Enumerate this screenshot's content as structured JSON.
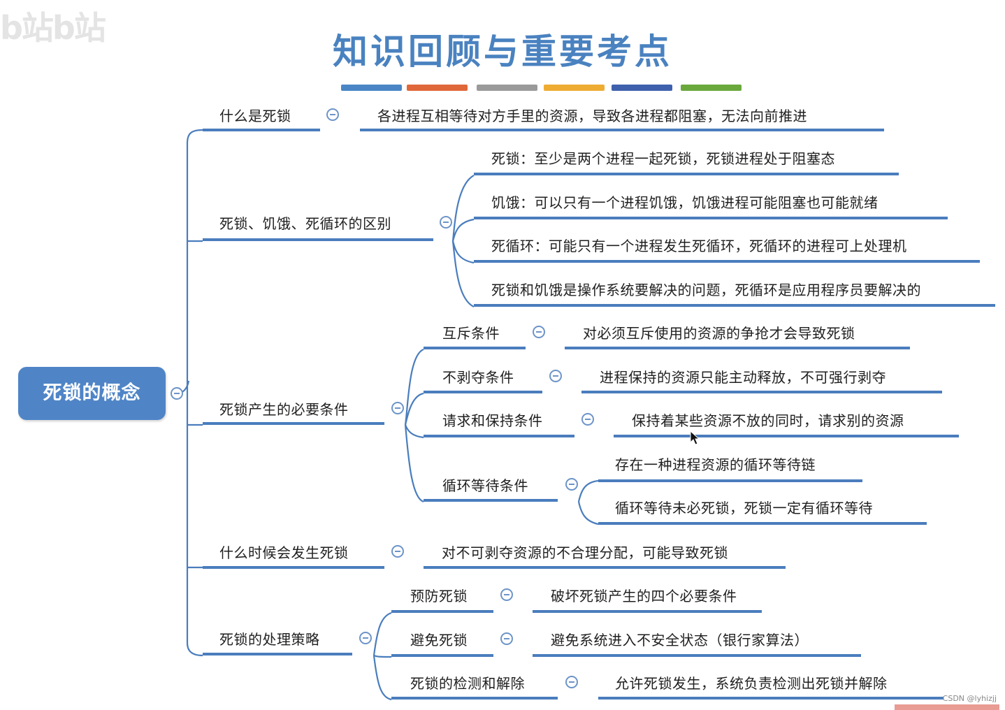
{
  "watermark": "b站b站",
  "title": "知识回顾与重要考点",
  "color_bars": [
    "#4a86c5",
    "#e0673a",
    "#9a9a9a",
    "#efac33",
    "#3f61ad",
    "#6aa83c"
  ],
  "root": "死锁的概念",
  "branches": {
    "b1": {
      "label": "什么是死锁",
      "detail": "各进程互相等待对方手里的资源，导致各进程都阻塞，无法向前推进"
    },
    "b2": {
      "label": "死锁、饥饿、死循环的区别",
      "items": [
        "死锁：至少是两个进程一起死锁，死锁进程处于阻塞态",
        "饥饿：可以只有一个进程饥饿，饥饿进程可能阻塞也可能就绪",
        "死循环：可能只有一个进程发生死循环，死循环的进程可上处理机",
        "死锁和饥饿是操作系统要解决的问题，死循环是应用程序员要解决的"
      ]
    },
    "b3": {
      "label": "死锁产生的必要条件",
      "items": [
        {
          "label": "互斥条件",
          "detail": "对必须互斥使用的资源的争抢才会导致死锁"
        },
        {
          "label": "不剥夺条件",
          "detail": "进程保持的资源只能主动释放，不可强行剥夺"
        },
        {
          "label": "请求和保持条件",
          "detail": "保持着某些资源不放的同时，请求别的资源"
        },
        {
          "label": "循环等待条件",
          "details": [
            "存在一种进程资源的循环等待链",
            "循环等待未必死锁，死锁一定有循环等待"
          ]
        }
      ]
    },
    "b4": {
      "label": "什么时候会发生死锁",
      "detail": "对不可剥夺资源的不合理分配，可能导致死锁"
    },
    "b5": {
      "label": "死锁的处理策略",
      "items": [
        {
          "label": "预防死锁",
          "detail": "破坏死锁产生的四个必要条件"
        },
        {
          "label": "避免死锁",
          "detail": "避免系统进入不安全状态（银行家算法）"
        },
        {
          "label": "死锁的检测和解除",
          "detail": "允许死锁发生，系统负责检测出死锁并解除"
        }
      ]
    }
  },
  "footer": "CSDN @lyhizjj"
}
